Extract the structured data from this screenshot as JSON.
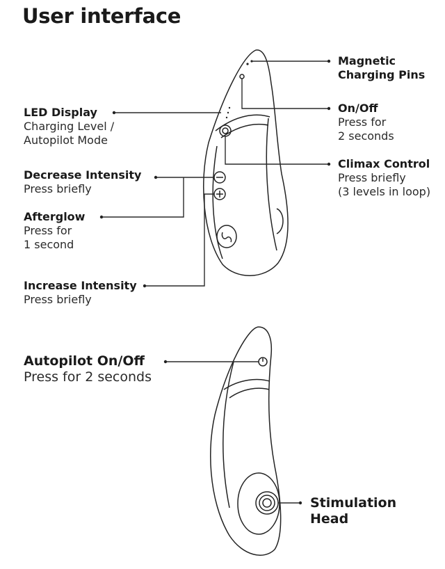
{
  "title": "User interface",
  "labels": {
    "magnetic_pins": {
      "bold": "Magnetic",
      "bold2": "Charging Pins"
    },
    "on_off": {
      "bold": "On/Off",
      "line1": "Press for",
      "line2": "2 seconds"
    },
    "led_display": {
      "bold": "LED Display",
      "line1": "Charging Level /",
      "line2": "Autopilot Mode"
    },
    "climax_control": {
      "bold": "Climax Control",
      "line1": "Press briefly",
      "line2": "(3 levels in loop)"
    },
    "decrease": {
      "bold": "Decrease Intensity",
      "line1": "Press briefly"
    },
    "afterglow": {
      "bold": "Afterglow",
      "line1": "Press for",
      "line2": "1 second"
    },
    "increase": {
      "bold": "Increase Intensity",
      "line1": "Press briefly"
    },
    "autopilot": {
      "bold": "Autopilot On/Off",
      "line1": "Press for 2 seconds"
    },
    "stim_head": {
      "bold": "Stimulation",
      "bold2": "Head"
    }
  },
  "icons": {
    "minus_button": "minus-icon",
    "plus_button": "plus-icon",
    "power_button": "power-icon",
    "brand_button": "logo-icon"
  },
  "colors": {
    "line": "#2a2a2a",
    "text": "#1a1a1a",
    "background": "#ffffff"
  }
}
